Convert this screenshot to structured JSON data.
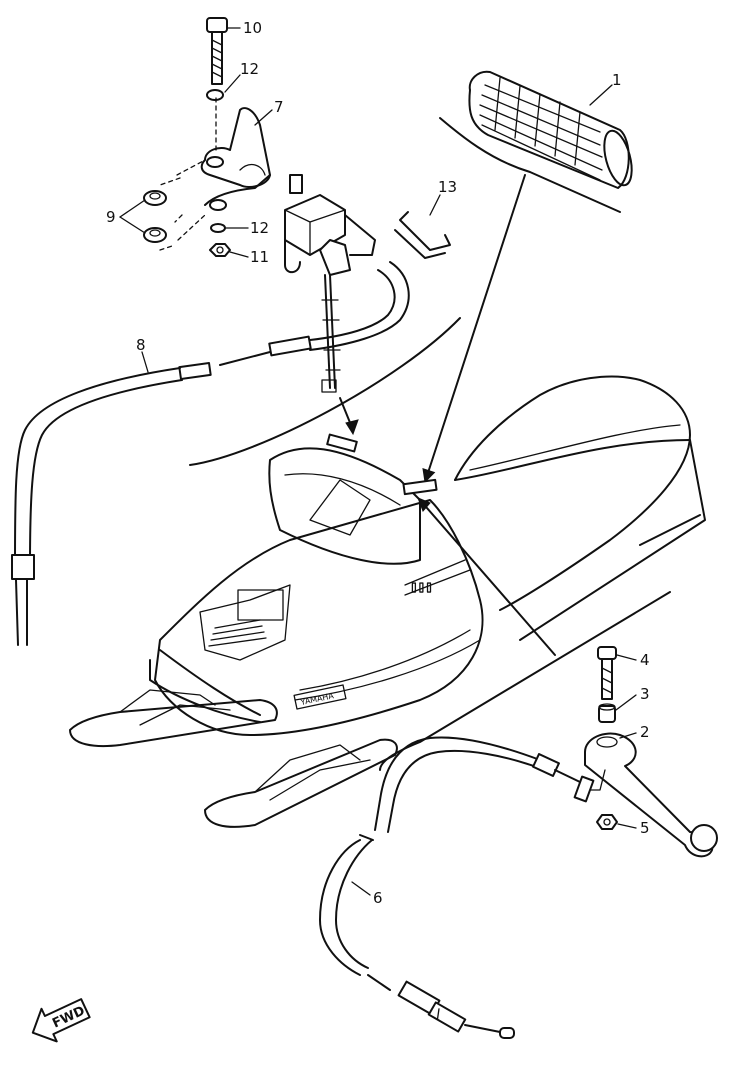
{
  "labels": {
    "p1": "1",
    "p2": "2",
    "p3": "3",
    "p4": "4",
    "p5": "5",
    "p6": "6",
    "p7": "7",
    "p8": "8",
    "p9": "9",
    "p10": "10",
    "p11": "11",
    "p12a": "12",
    "p12b": "12",
    "p13": "13"
  },
  "brand": "YAMAHA",
  "fwd": "FWD"
}
